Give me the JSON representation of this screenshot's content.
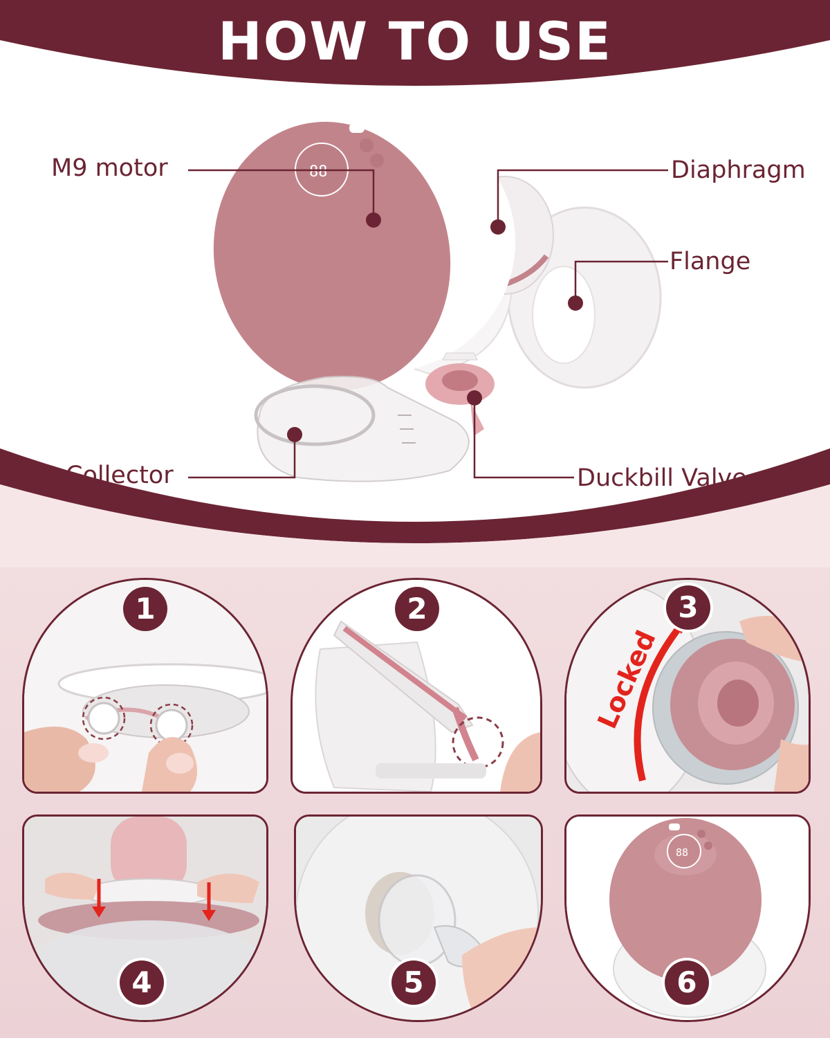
{
  "header": {
    "title": "HOW TO USE"
  },
  "colors": {
    "brand": "#6b2433",
    "product_pink": "#c2848b",
    "background": "#f3e0e3",
    "arrow_red": "#e2241d"
  },
  "callouts": {
    "motor": "M9 motor",
    "diaphragm": "Diaphragm",
    "flange": "Flange",
    "collector": "Collector",
    "valve": "Duckbill Valve"
  },
  "steps": [
    {
      "number": "1"
    },
    {
      "number": "2"
    },
    {
      "number": "3",
      "annotation": "Locked"
    },
    {
      "number": "4"
    },
    {
      "number": "5"
    },
    {
      "number": "6"
    }
  ]
}
